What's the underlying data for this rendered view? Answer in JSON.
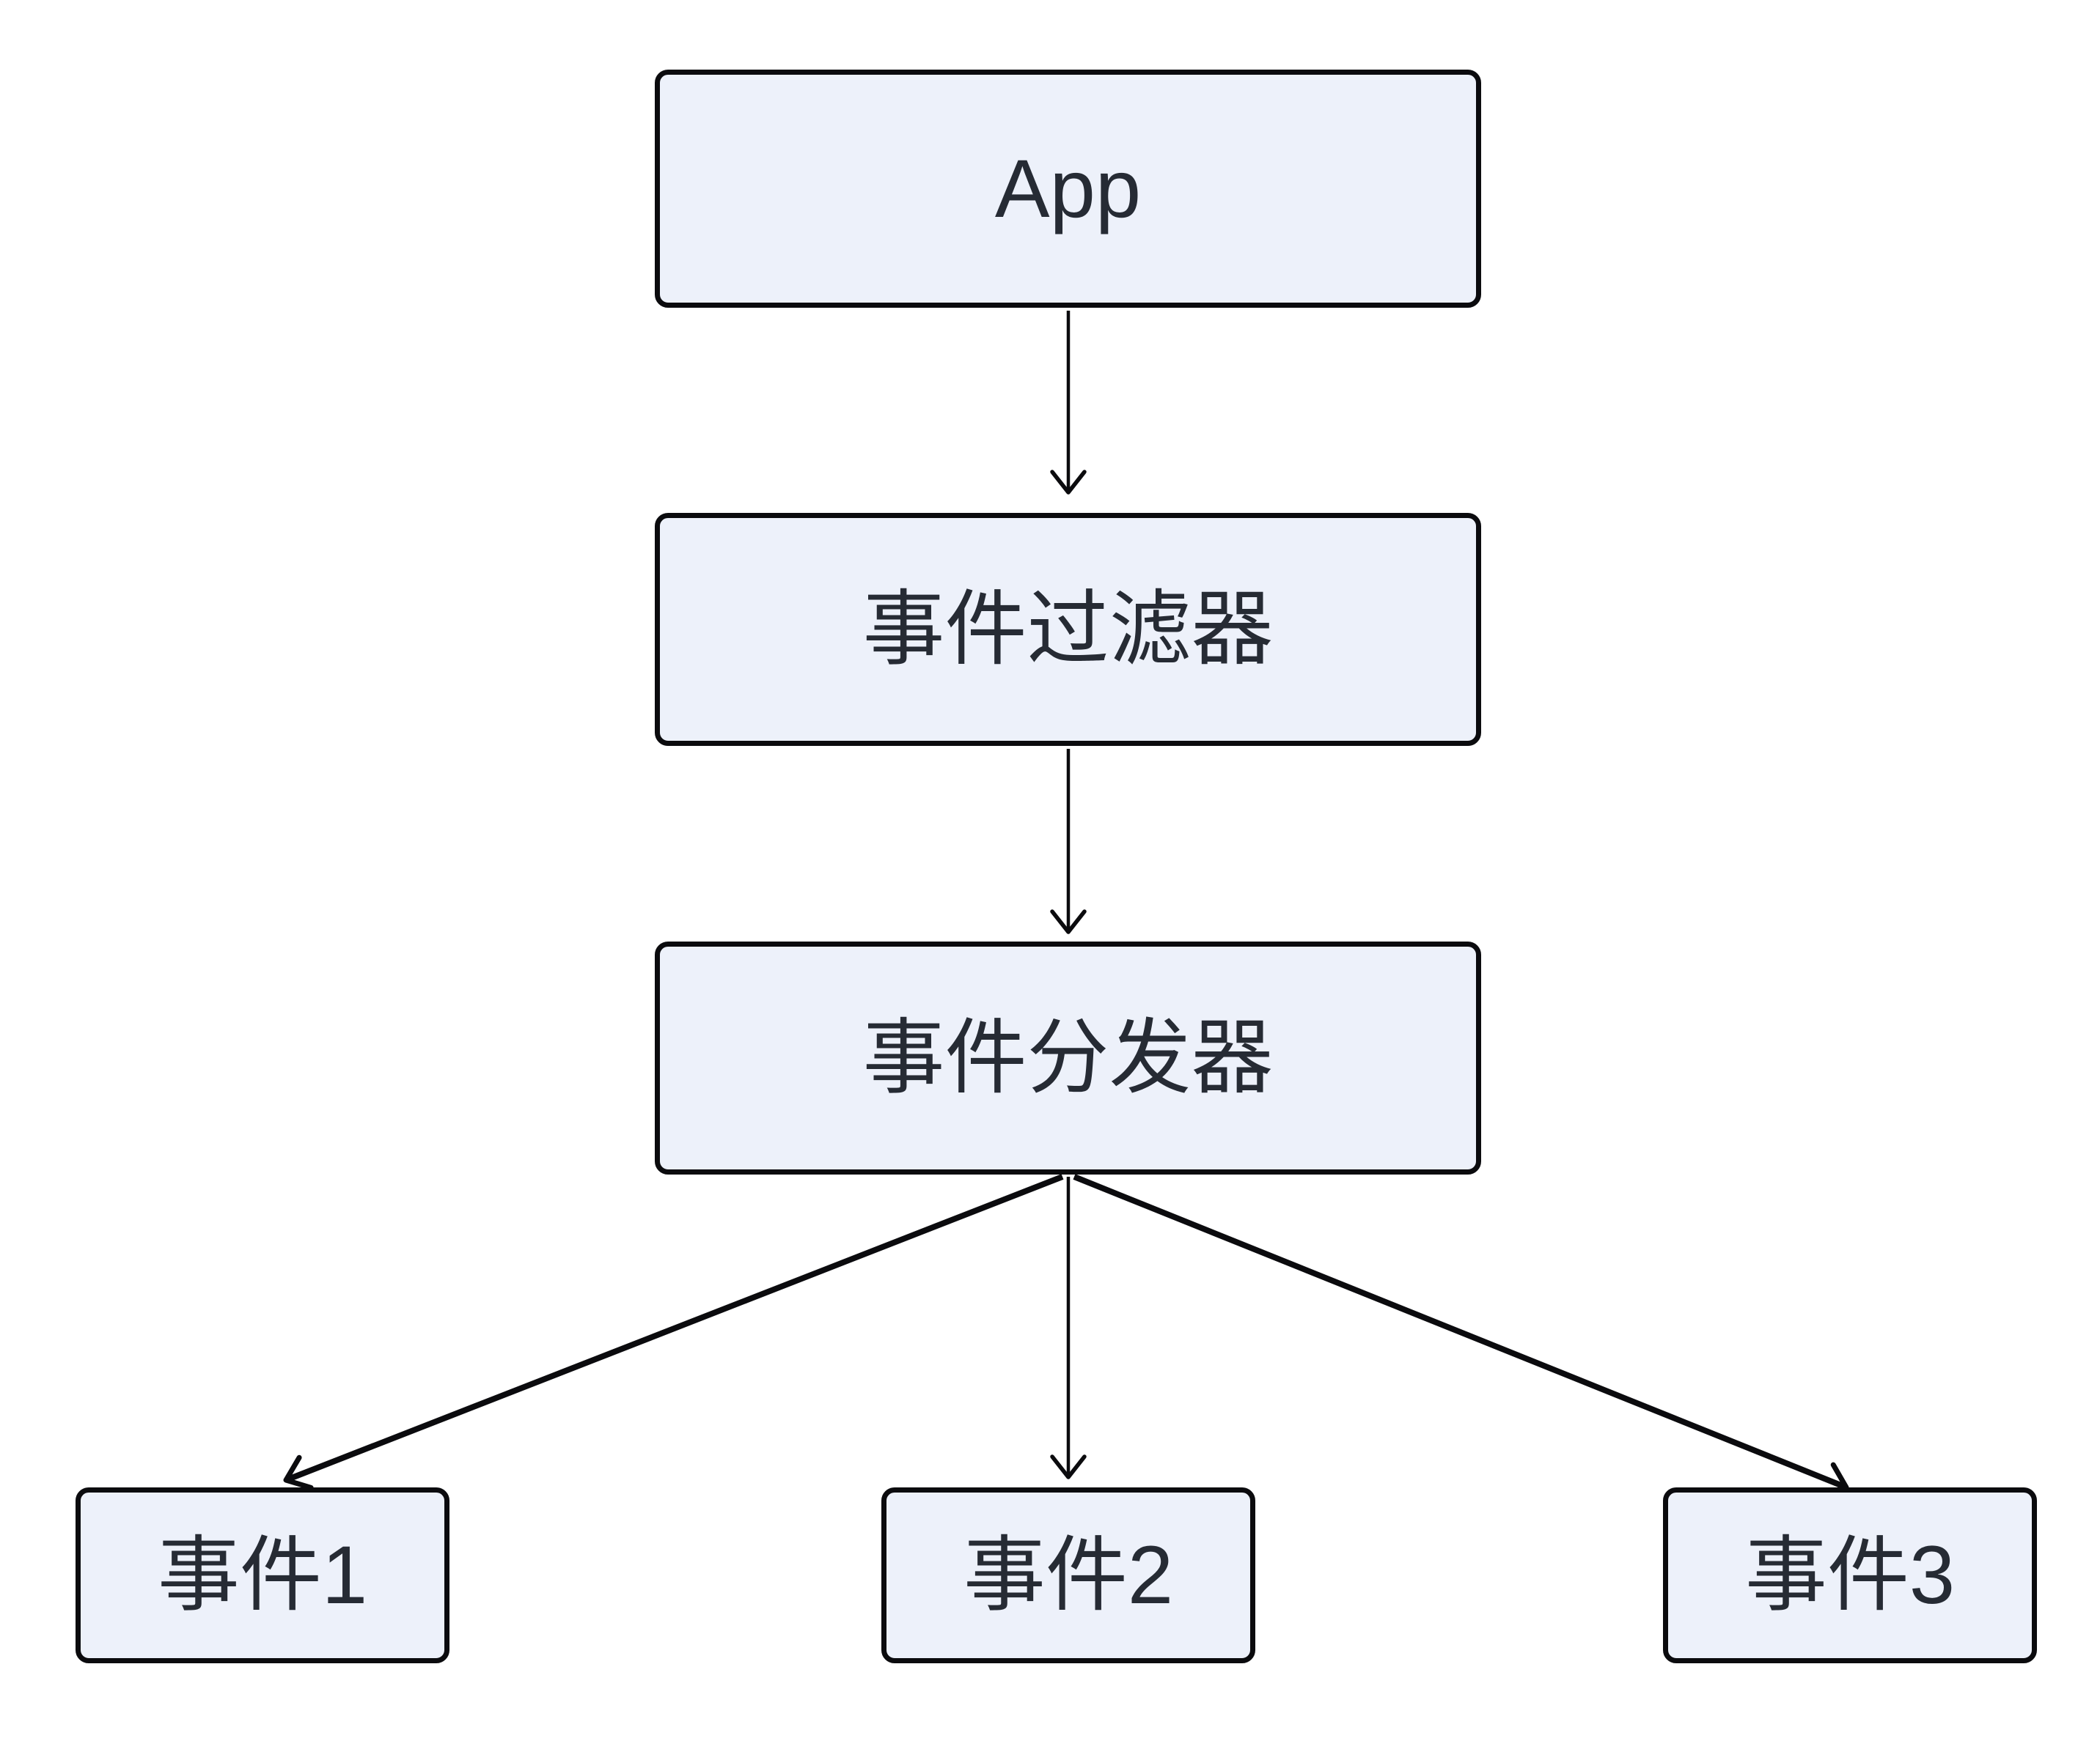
{
  "diagram": {
    "type": "flowchart",
    "direction": "top-down",
    "background": "#ffffff",
    "nodes": [
      {
        "id": "app",
        "label": "App"
      },
      {
        "id": "filter",
        "label": "事件过滤器"
      },
      {
        "id": "dispatcher",
        "label": "事件分发器"
      },
      {
        "id": "event1",
        "label": "事件1"
      },
      {
        "id": "event2",
        "label": "事件2"
      },
      {
        "id": "event3",
        "label": "事件3"
      }
    ],
    "edges": [
      {
        "from": "app",
        "to": "filter",
        "style": "vertical-arrow"
      },
      {
        "from": "filter",
        "to": "dispatcher",
        "style": "vertical-arrow"
      },
      {
        "from": "dispatcher",
        "to": "event1",
        "style": "diagonal-arrow"
      },
      {
        "from": "dispatcher",
        "to": "event2",
        "style": "vertical-arrow"
      },
      {
        "from": "dispatcher",
        "to": "event3",
        "style": "diagonal-arrow"
      }
    ],
    "colors": {
      "node_fill": "#edf1fa",
      "node_border": "#0b0b0e",
      "node_text": "#262b34",
      "arrow": "#0b0b0e",
      "background": "#ffffff"
    }
  }
}
